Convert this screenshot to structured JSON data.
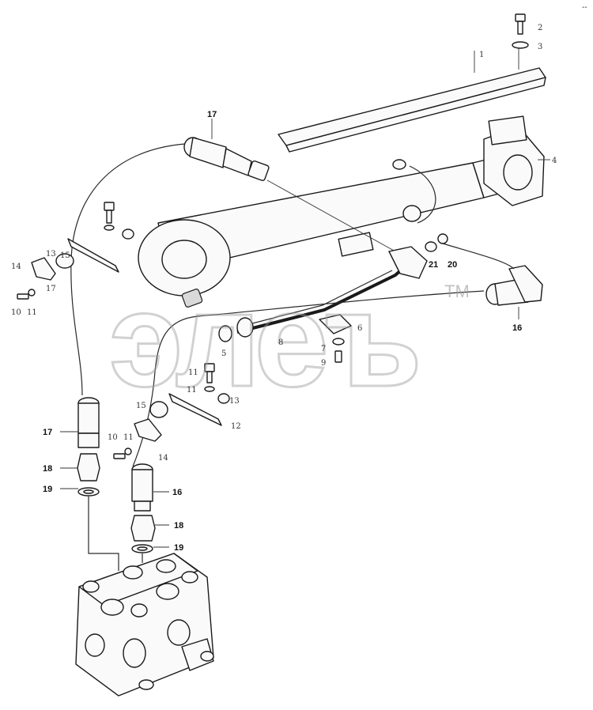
{
  "watermark": {
    "text": "элеъ",
    "tm": "TM"
  },
  "corner_mark": "--",
  "callouts": {
    "c1": "1",
    "c2": "2",
    "c3": "3",
    "c4": "4",
    "c5": "5",
    "c6": "6",
    "c7": "7",
    "c8": "8",
    "c9": "9",
    "c10a": "10",
    "c10b": "10",
    "c11a": "11",
    "c11b": "11",
    "c11c": "11",
    "c11d": "11",
    "c12": "12",
    "c13a": "13",
    "c13b": "13",
    "c14a": "14",
    "c14b": "14",
    "c15a": "15",
    "c15b": "15",
    "c16a": "16",
    "c16b": "16",
    "c17a": "17",
    "c17b": "17",
    "c17c": "17",
    "c18a": "18",
    "c18b": "18",
    "c19a": "19",
    "c19b": "19",
    "c20": "20",
    "c21": "21"
  }
}
